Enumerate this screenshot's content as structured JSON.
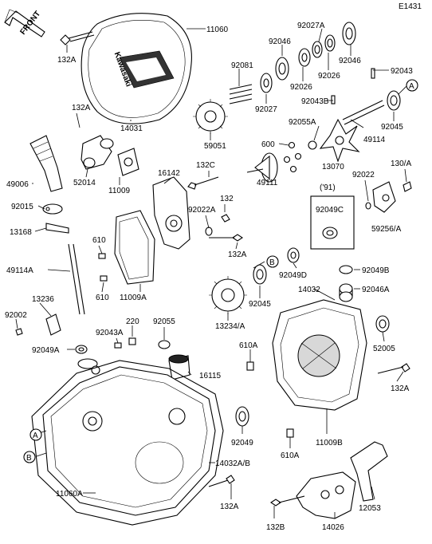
{
  "diagram_id": "E1431",
  "front_label": "FRONT",
  "bracket_label": "('91)",
  "brand_text": "Kawasaki",
  "callouts": {
    "a": "A",
    "b": "B"
  },
  "labels": {
    "p11060": "11060",
    "p132a_1": "132A",
    "p14031": "14031",
    "p92081": "92081",
    "p92046_1": "92046",
    "p92027a": "92027A",
    "p92046_2": "92046",
    "p92026_1": "92026",
    "p92026_2": "92026",
    "p92043": "92043",
    "p92027": "92027",
    "p92043b": "92043B",
    "p92045_1": "92045",
    "p59051": "59051",
    "p92055a": "92055A",
    "p49114": "49114",
    "p132a_2": "132A",
    "p600": "600",
    "p13070": "13070",
    "p52014": "52014",
    "p11009": "11009",
    "p16142": "16142",
    "p132c": "132C",
    "p49006": "49006",
    "p49111": "49111",
    "p92022": "92022",
    "p130a": "130/A",
    "p92015": "92015",
    "p92022a": "92022A",
    "p132": "132",
    "p92049c": "92049C",
    "p59256a": "59256/A",
    "p13168": "13168",
    "p610_1": "610",
    "p132a_3": "132A",
    "p49114a": "49114A",
    "p610_2": "610",
    "p11009a": "11009A",
    "p92049d": "92049D",
    "p92049b": "92049B",
    "p14032": "14032",
    "p92046a": "92046A",
    "p92045_2": "92045",
    "p13236": "13236",
    "p92002": "92002",
    "p13234a": "13234/A",
    "p220": "220",
    "p92055": "92055",
    "p92043a": "92043A",
    "p92049a": "92049A",
    "p610a_1": "610A",
    "p52005": "52005",
    "p16115": "16115",
    "p132a_4": "132A",
    "p92049": "92049",
    "p11009b": "11009B",
    "p610a_2": "610A",
    "p14032ab": "14032A/B",
    "p11060a": "11060A",
    "p132a_5": "132A",
    "p12053": "12053",
    "p132b": "132B",
    "p14026": "14026"
  }
}
